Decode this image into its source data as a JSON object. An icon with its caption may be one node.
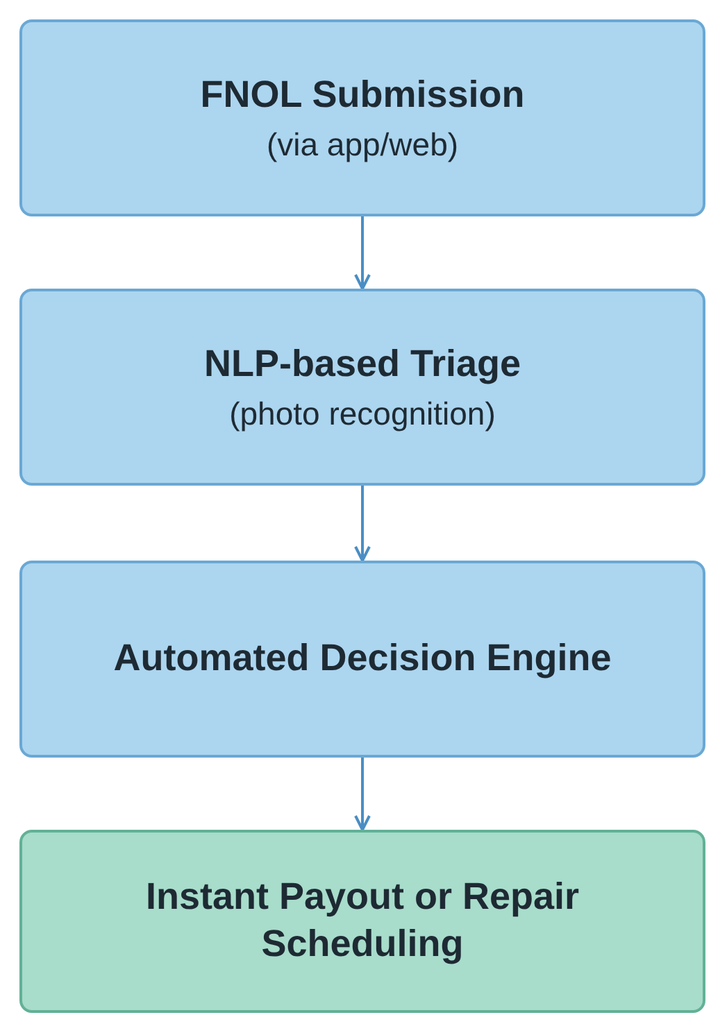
{
  "diagram": {
    "nodes": [
      {
        "text": [
          "FNOL Submission",
          "(via app/web)"
        ]
      },
      {
        "text": [
          "NLP-based Triage",
          "(photo recognition)"
        ]
      },
      {
        "text": [
          "Automated Decision Engine"
        ]
      },
      {
        "text": [
          "Instant Payout or Repair Scheduling"
        ]
      }
    ],
    "edges": [
      {
        "from": 0,
        "to": 1,
        "arrow": "to"
      },
      {
        "from": 1,
        "to": 2,
        "arrow": "to"
      },
      {
        "from": 2,
        "to": 3,
        "arrow": "to"
      }
    ]
  }
}
